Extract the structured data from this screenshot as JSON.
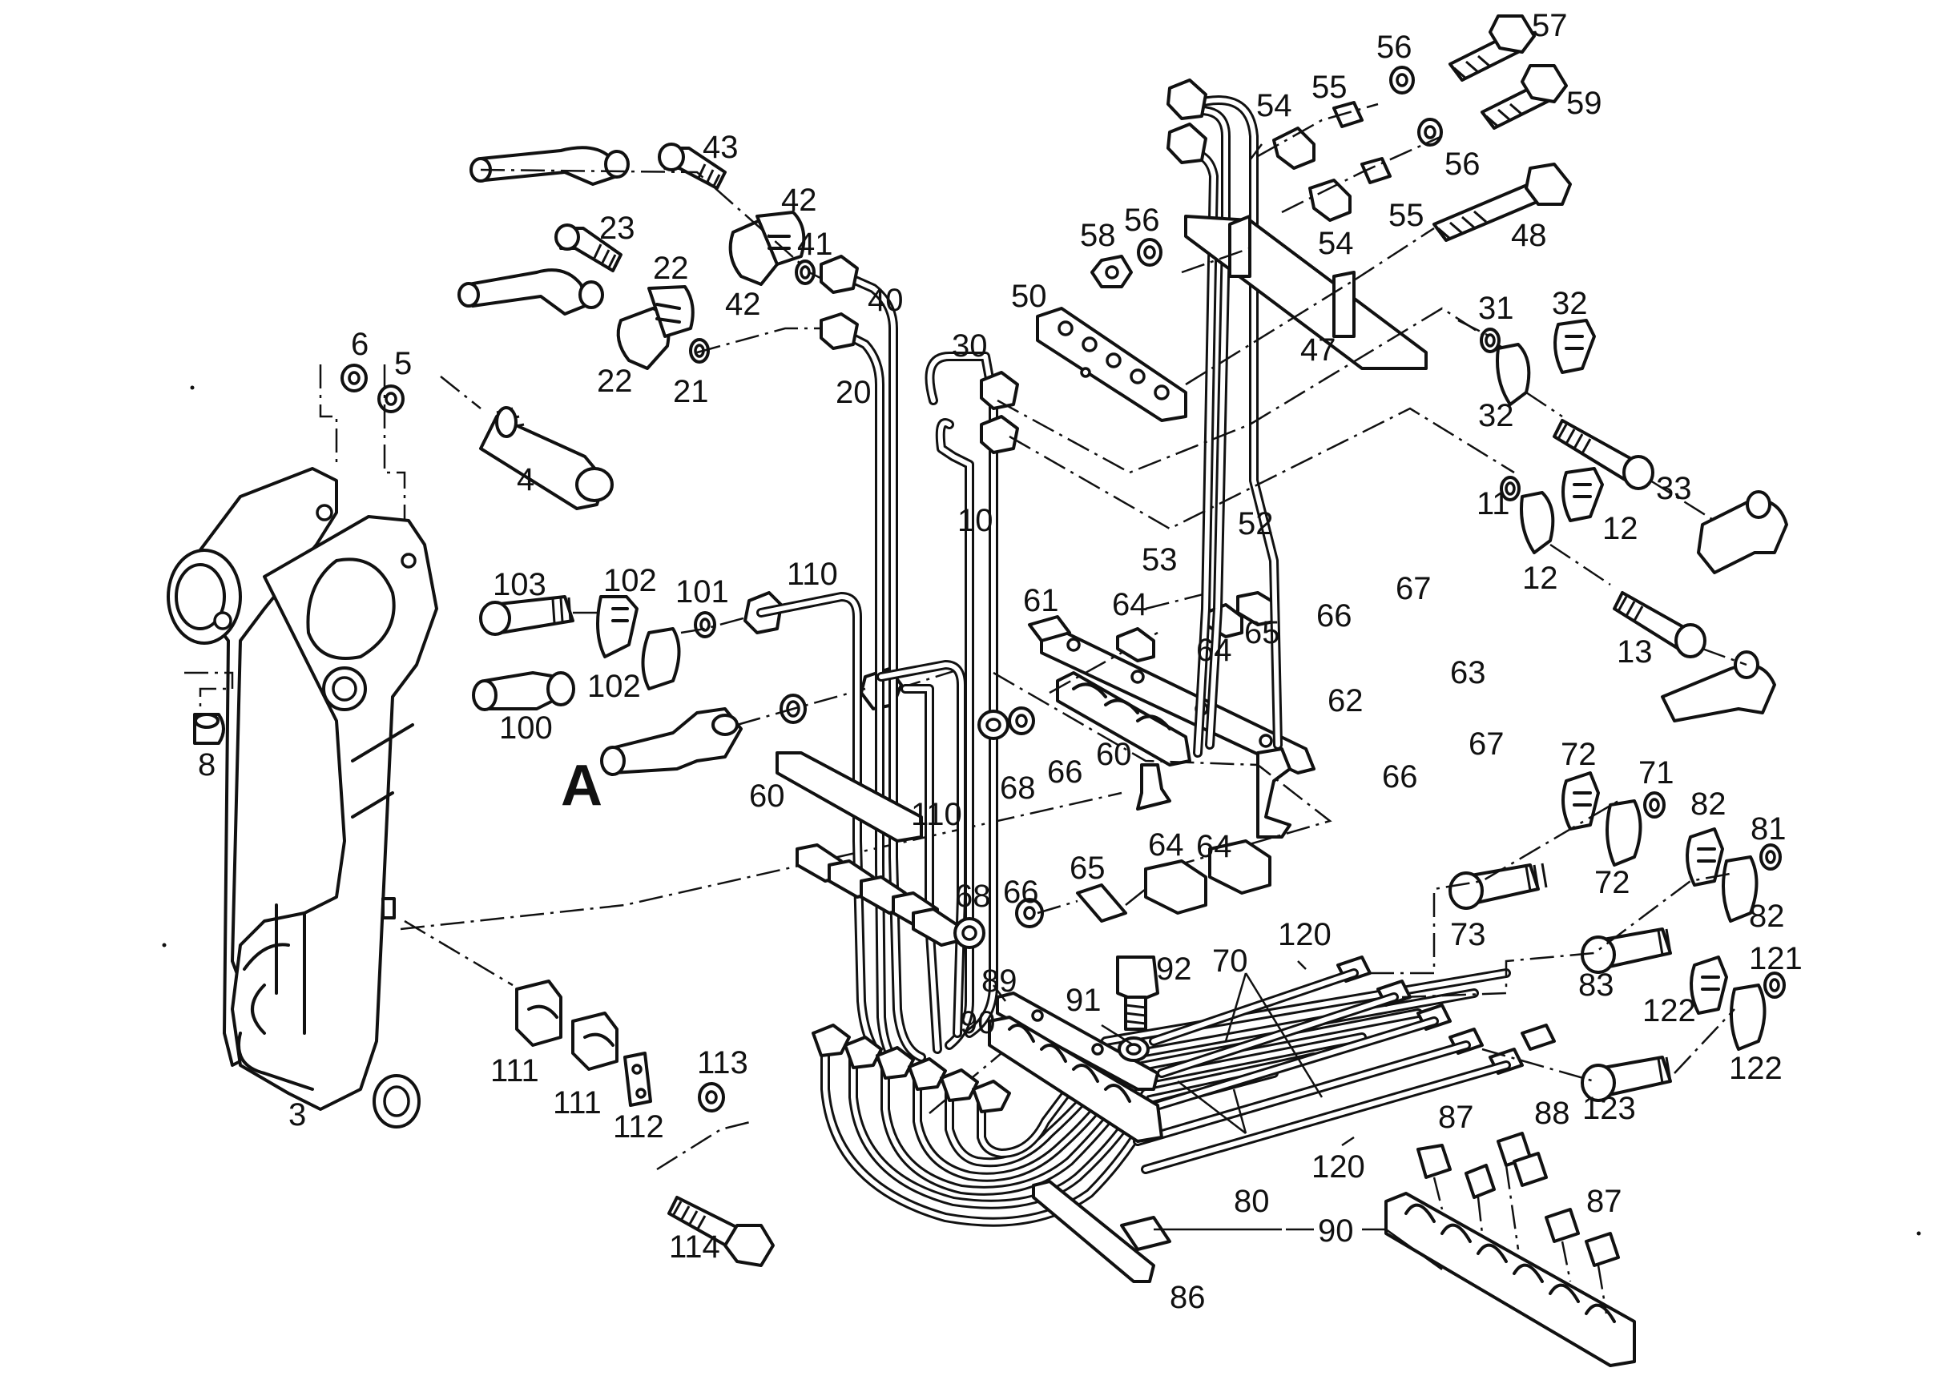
{
  "diagram": {
    "view_label": "A",
    "callouts": {
      "c3": "3",
      "c4": "4",
      "c5": "5",
      "c6": "6",
      "c8": "8",
      "c10": "10",
      "c11": "11",
      "c12a": "12",
      "c12b": "12",
      "c13": "13",
      "c20": "20",
      "c21": "21",
      "c22a": "22",
      "c22b": "22",
      "c23": "23",
      "c30": "30",
      "c31": "31",
      "c32a": "32",
      "c32b": "32",
      "c33": "33",
      "c40": "40",
      "c41": "41",
      "c42a": "42",
      "c42b": "42",
      "c43": "43",
      "c47": "47",
      "c48": "48",
      "c50": "50",
      "c52": "52",
      "c53": "53",
      "c54a": "54",
      "c54b": "54",
      "c55a": "55",
      "c55b": "55",
      "c56a": "56",
      "c56b": "56",
      "c56c": "56",
      "c57": "57",
      "c58": "58",
      "c59": "59",
      "c60a": "60",
      "c60b": "60",
      "c61": "61",
      "c62": "62",
      "c63": "63",
      "c64a": "64",
      "c64b": "64",
      "c64c": "64",
      "c64d": "64",
      "c65a": "65",
      "c65b": "65",
      "c66a": "66",
      "c66b": "66",
      "c66c": "66",
      "c66d": "66",
      "c67a": "67",
      "c67b": "67",
      "c68a": "68",
      "c68b": "68",
      "c70": "70",
      "c71": "71",
      "c72a": "72",
      "c72b": "72",
      "c73": "73",
      "c80": "80",
      "c81": "81",
      "c82a": "82",
      "c82b": "82",
      "c83": "83",
      "c86": "86",
      "c87a": "87",
      "c87b": "87",
      "c88": "88",
      "c89": "89",
      "c90a": "90",
      "c90b": "90",
      "c91": "91",
      "c92": "92",
      "c100": "100",
      "c101": "101",
      "c102a": "102",
      "c102b": "102",
      "c103": "103",
      "c110a": "110",
      "c110b": "110",
      "c111a": "111",
      "c111b": "111",
      "c112": "112",
      "c113": "113",
      "c114": "114",
      "c120a": "120",
      "c120b": "120",
      "c121": "121",
      "c122a": "122",
      "c122b": "122",
      "c123": "123"
    }
  }
}
